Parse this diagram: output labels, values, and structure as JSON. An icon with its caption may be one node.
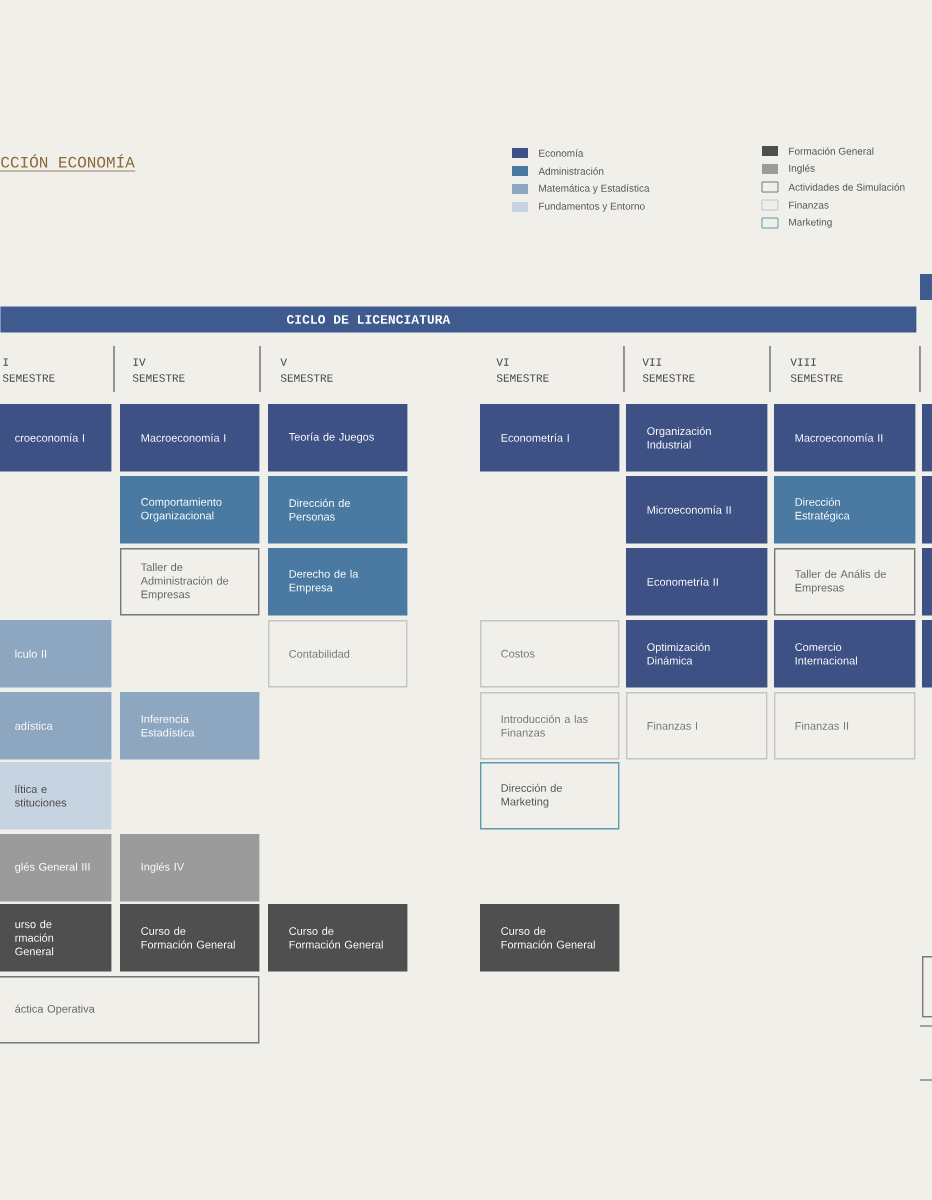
{
  "diagram": {
    "title": "CCIÓN ECONOMÍA",
    "nodes": [
      {
        "text": [
          "CICLO DE LICENCIATURA"
        ]
      },
      {
        "text": [
          "croeconomía I"
        ]
      },
      {
        "text": [
          "lculo II"
        ]
      },
      {
        "text": [
          "adística"
        ]
      },
      {
        "text": [
          "lítica e stituciones"
        ]
      },
      {
        "text": [
          "glés General III"
        ]
      },
      {
        "text": [
          "urso de rmación General"
        ]
      },
      {
        "text": [
          "áctica Operativa"
        ]
      },
      {
        "text": [
          "Macroeconomía I"
        ]
      },
      {
        "text": [
          "Comportamiento Organizacional"
        ]
      },
      {
        "text": [
          "Taller de Administración de Empresas"
        ]
      },
      {
        "text": [
          "Inferencia Estadística"
        ]
      },
      {
        "text": [
          "Inglés IV"
        ]
      },
      {
        "text": [
          "Curso de Formación General"
        ]
      },
      {
        "text": [
          "Teoría de Juegos"
        ]
      },
      {
        "text": [
          "Dirección de Personas"
        ]
      },
      {
        "text": [
          "Derecho de la Empresa"
        ]
      },
      {
        "text": [
          "Contabilidad"
        ]
      },
      {
        "text": [
          "Curso de Formación General"
        ]
      },
      {
        "text": [
          "Econometría I"
        ]
      },
      {
        "text": [
          "Costos"
        ]
      },
      {
        "text": [
          "Introducción a las Finanzas"
        ]
      },
      {
        "text": [
          "Dirección de Marketing"
        ]
      },
      {
        "text": [
          "Curso de Formación General"
        ]
      },
      {
        "text": [
          "Organización Industrial"
        ]
      },
      {
        "text": [
          "Microeconomía II"
        ]
      },
      {
        "text": [
          "Econometría II"
        ]
      },
      {
        "text": [
          "Optimización Dinámica"
        ]
      },
      {
        "text": [
          "Finanzas I"
        ]
      },
      {
        "text": [
          "Macroeconomía II"
        ]
      },
      {
        "text": [
          "Dirección Estratégica"
        ]
      },
      {
        "text": [
          "Taller de Anális de Empresas"
        ]
      },
      {
        "text": [
          "Comercio Internacional"
        ]
      },
      {
        "text": [
          "Finanzas II"
        ]
      },
      {
        "text": [],
        "shape": "box"
      },
      {
        "text": [],
        "shape": "box"
      },
      {
        "text": [],
        "shape": "box"
      },
      {
        "text": [],
        "shape": "box"
      },
      {
        "text": [],
        "shape": "box"
      }
    ],
    "labels": [
      "I SEMESTRE",
      "IV SEMESTRE",
      "V SEMESTRE",
      "VI SEMESTRE",
      "VII SEMESTRE",
      "VIII SEMESTRE"
    ],
    "legend": [
      {
        "text": "Economía",
        "color": "#3e5185"
      },
      {
        "text": "Administración",
        "color": "#4a7aa2"
      },
      {
        "text": "Matemática y Estadística",
        "color": "#8ea7c0"
      },
      {
        "text": "Fundamentos y Entorno",
        "color": "#c6d4e1"
      },
      {
        "text": "Formación General",
        "color": "#4f4f4f"
      },
      {
        "text": "Inglés",
        "color": "#9b9b9b"
      },
      {
        "text": "Actividades de Simulación"
      },
      {
        "text": "Finanzas"
      },
      {
        "text": "Marketing"
      }
    ]
  }
}
